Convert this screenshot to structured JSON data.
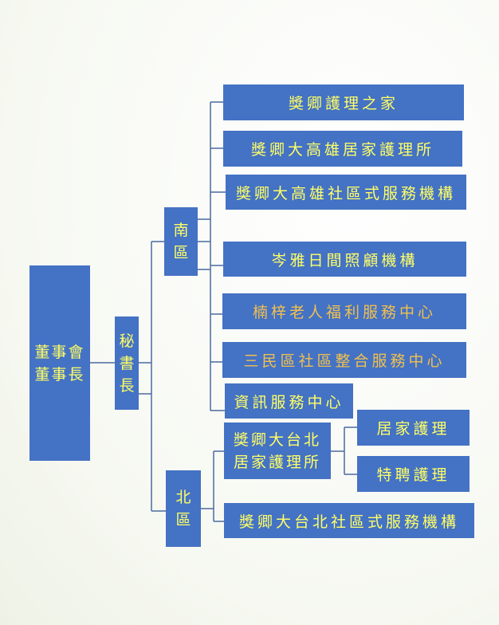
{
  "chairman": {
    "line1": "董事會",
    "line2": "董事長"
  },
  "secretary": {
    "c1": "秘",
    "c2": "書",
    "c3": "長"
  },
  "south": {
    "c1": "南",
    "c2": "區",
    "units": [
      "獎卿護理之家",
      "獎卿大高雄居家護理所",
      "獎卿大高雄社區式服務機構",
      "岑雅日間照顧機構",
      "楠梓老人福利服務中心",
      "三民區社區整合服務中心",
      "資訊服務中心"
    ]
  },
  "north": {
    "c1": "北",
    "c2": "區",
    "home_care": {
      "line1": "獎卿大台北",
      "line2": "居家護理所",
      "subs": [
        "居家護理",
        "特聘護理"
      ]
    },
    "community": "獎卿大台北社區式服務機構"
  },
  "colors": {
    "box": "#4472c4",
    "text": "#ffff66",
    "text_alt": "#f0c050",
    "line": "#4a6aa0"
  }
}
